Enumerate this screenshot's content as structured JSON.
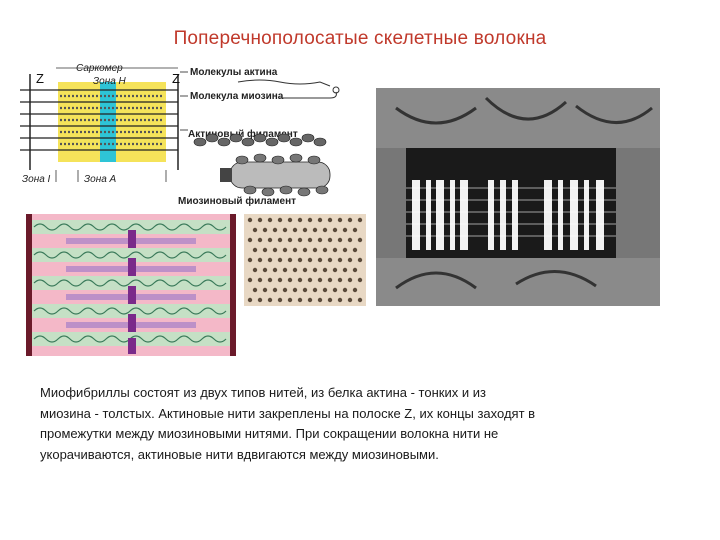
{
  "title": "Поперечнополосатые скелетные волокна",
  "sarcomere_diagram": {
    "z_left": "Z",
    "z_right": "Z",
    "sarcomere": "Саркомер",
    "zone_h": "Зона Н",
    "zone_i": "Зона I",
    "zone_a": "Зона А"
  },
  "molecule_labels": {
    "actin_molecules": "Молекулы актина",
    "myosin_molecule": "Молекула миозина",
    "actin_filament": "Актиновый филамент",
    "myosin_filament": "Миозиновый филамент"
  },
  "description": {
    "lines": [
      "Миофибриллы состоят из двух типов нитей, из белка актина - тонких и из",
      "миозина - толстых. Актиновые нити закреплены на полоске Z, их концы заходят в",
      "промежутки между миозиновыми нитями. При сокращении волокна нити не",
      "укорачиваются, актиновые нити вдвигаются между миозиновыми."
    ]
  },
  "colors": {
    "title": "#c0392b",
    "sarcomere_yellow": "#f5e35a",
    "h_zone_cyan": "#2ec4d6",
    "diagram_pink": "#f4b8c8",
    "myosin_purple": "#7a2a8a"
  }
}
